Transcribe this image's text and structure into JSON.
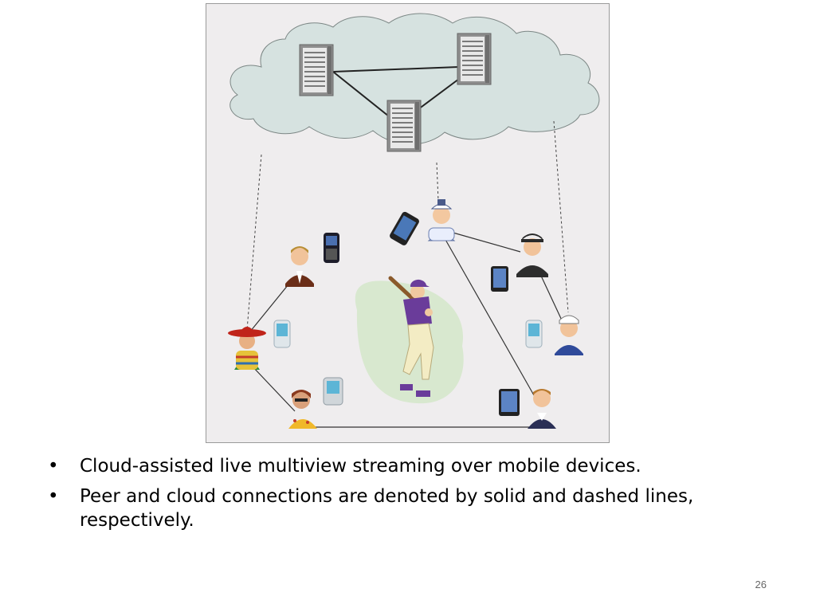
{
  "slide": {
    "bullets": [
      "Cloud-assisted live multiview streaming over mobile devices.",
      "Peer and cloud connections are denoted by solid and dashed lines, respectively."
    ],
    "page_number": "26"
  },
  "figure": {
    "cloud_servers": [
      "server-left",
      "server-right",
      "server-middle"
    ],
    "peers": [
      {
        "name": "sailor",
        "device": "smartphone"
      },
      {
        "name": "businessman",
        "device": "blackberry"
      },
      {
        "name": "pilot",
        "device": "tablet"
      },
      {
        "name": "mexican",
        "device": "pda"
      },
      {
        "name": "nurse",
        "device": "pda"
      },
      {
        "name": "woman-sunglasses",
        "device": "pda"
      },
      {
        "name": "waiter",
        "device": "tablet"
      }
    ],
    "center": "baseball-batter",
    "colors": {
      "cloud": "#d6e2e0",
      "panel": "#efedee",
      "field": "#d8e8cf",
      "line": "#333333"
    }
  }
}
